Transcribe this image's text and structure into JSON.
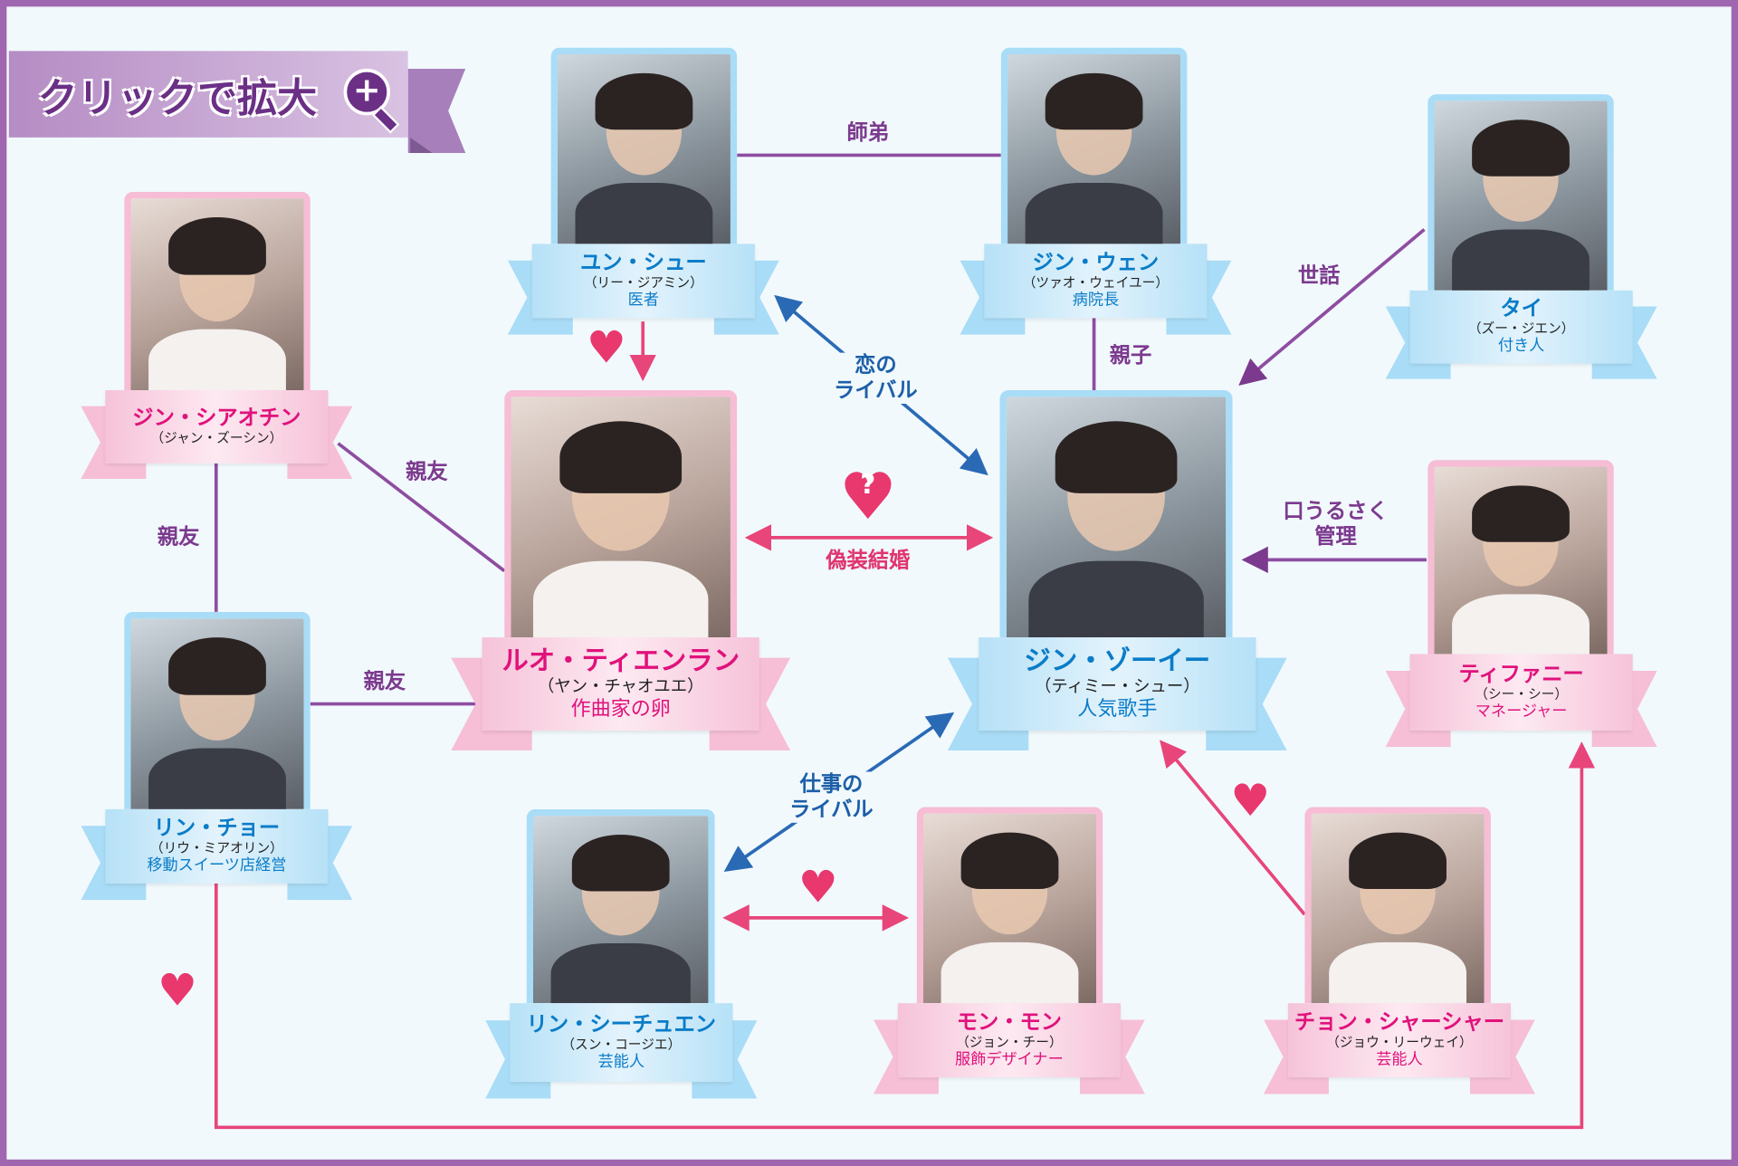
{
  "banner": {
    "label": "クリックで拡大",
    "icon": "zoom-in-icon"
  },
  "colors": {
    "frame": "#a066b0",
    "male": "#0a7cc8",
    "female": "#e0127c",
    "relation": "#7c3a8e",
    "rival": "#1d5fa8",
    "love": "#e8386e"
  },
  "characters": [
    {
      "name": "ユン・シュー",
      "actor": "（リー・ジアミン）",
      "role": "医者"
    },
    {
      "name": "ジン・ウェン",
      "actor": "（ツァオ・ウェイユー）",
      "role": "病院長"
    },
    {
      "name": "タイ",
      "actor": "（ズー・ジエン）",
      "role": "付き人"
    },
    {
      "name": "ジン・シアオチン",
      "actor": "（ジャン・ズーシン）",
      "role": ""
    },
    {
      "name": "ルオ・ティエンラン",
      "actor": "（ヤン・チャオユエ）",
      "role": "作曲家の卵"
    },
    {
      "name": "ジン・ゾーイー",
      "actor": "（ティミー・シュー）",
      "role": "人気歌手"
    },
    {
      "name": "ティファニー",
      "actor": "（シー・シー）",
      "role": "マネージャー"
    },
    {
      "name": "リン・チョー",
      "actor": "（リウ・ミアオリン）",
      "role": "移動スイーツ店経営"
    },
    {
      "name": "リン・シーチュエン",
      "actor": "（スン・コージエ）",
      "role": "芸能人"
    },
    {
      "name": "モン・モン",
      "actor": "（ジョン・チー）",
      "role": "服飾デザイナー"
    },
    {
      "name": "チョン・シャーシャー",
      "actor": "（ジョウ・リーウェイ）",
      "role": "芸能人"
    }
  ],
  "relations": {
    "shitei": "師弟",
    "oyako": "親子",
    "sewa": "世話",
    "koi_rival_1": "恋の",
    "koi_rival_2": "ライバル",
    "giso_kekkon": "偽装結婚",
    "kanri_1": "口うるさく",
    "kanri_2": "管理",
    "shinyu_a": "親友",
    "shinyu_b": "親友",
    "shinyu_c": "親友",
    "shigoto_rival_1": "仕事の",
    "shigoto_rival_2": "ライバル",
    "question": "?"
  }
}
